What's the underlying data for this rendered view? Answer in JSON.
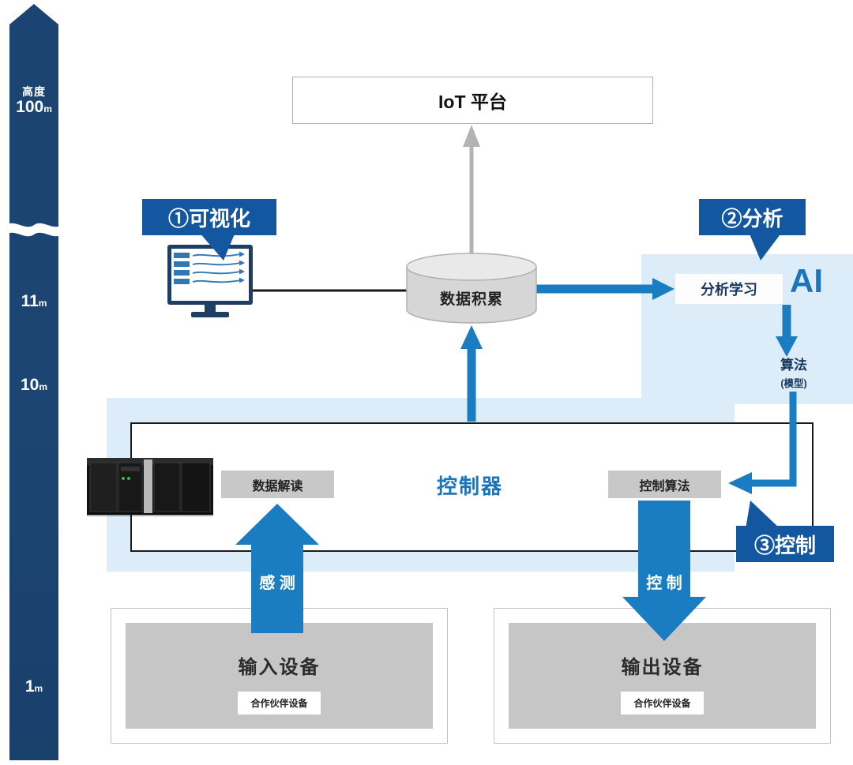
{
  "scale": {
    "label": "高度",
    "top_value": "100",
    "top_unit": "m",
    "marks": [
      {
        "value": "11",
        "unit": "m"
      },
      {
        "value": "10",
        "unit": "m"
      },
      {
        "value": "1",
        "unit": "m"
      }
    ]
  },
  "platform": {
    "label": "IoT 平台"
  },
  "data_store": {
    "label": "数据积累"
  },
  "ai": {
    "box_label": "分析学习",
    "ai_label": "AI",
    "algorithm": "算法",
    "algorithm_sub": "(模型)"
  },
  "controller": {
    "title": "控制器",
    "left_box": "数据解读",
    "right_box": "控制算法"
  },
  "callouts": {
    "visualization": "①可视化",
    "analysis": "②分析",
    "control": "③控制"
  },
  "flows": {
    "sensing": "感 测",
    "control": "控 制"
  },
  "devices": {
    "input": {
      "title": "输入设备",
      "sub": "合作伙伴设备"
    },
    "output": {
      "title": "输出设备",
      "sub": "合作伙伴设备"
    }
  },
  "colors": {
    "navy_bar": "#1b4472",
    "callout_blue": "#1257a0",
    "arrow_blue": "#1b7dc1",
    "panel_blue": "#dcecf8",
    "controller_text_blue": "#1b75bc",
    "gray_box": "#c8c8c8",
    "gray_arrow": "#b3b3b3"
  }
}
